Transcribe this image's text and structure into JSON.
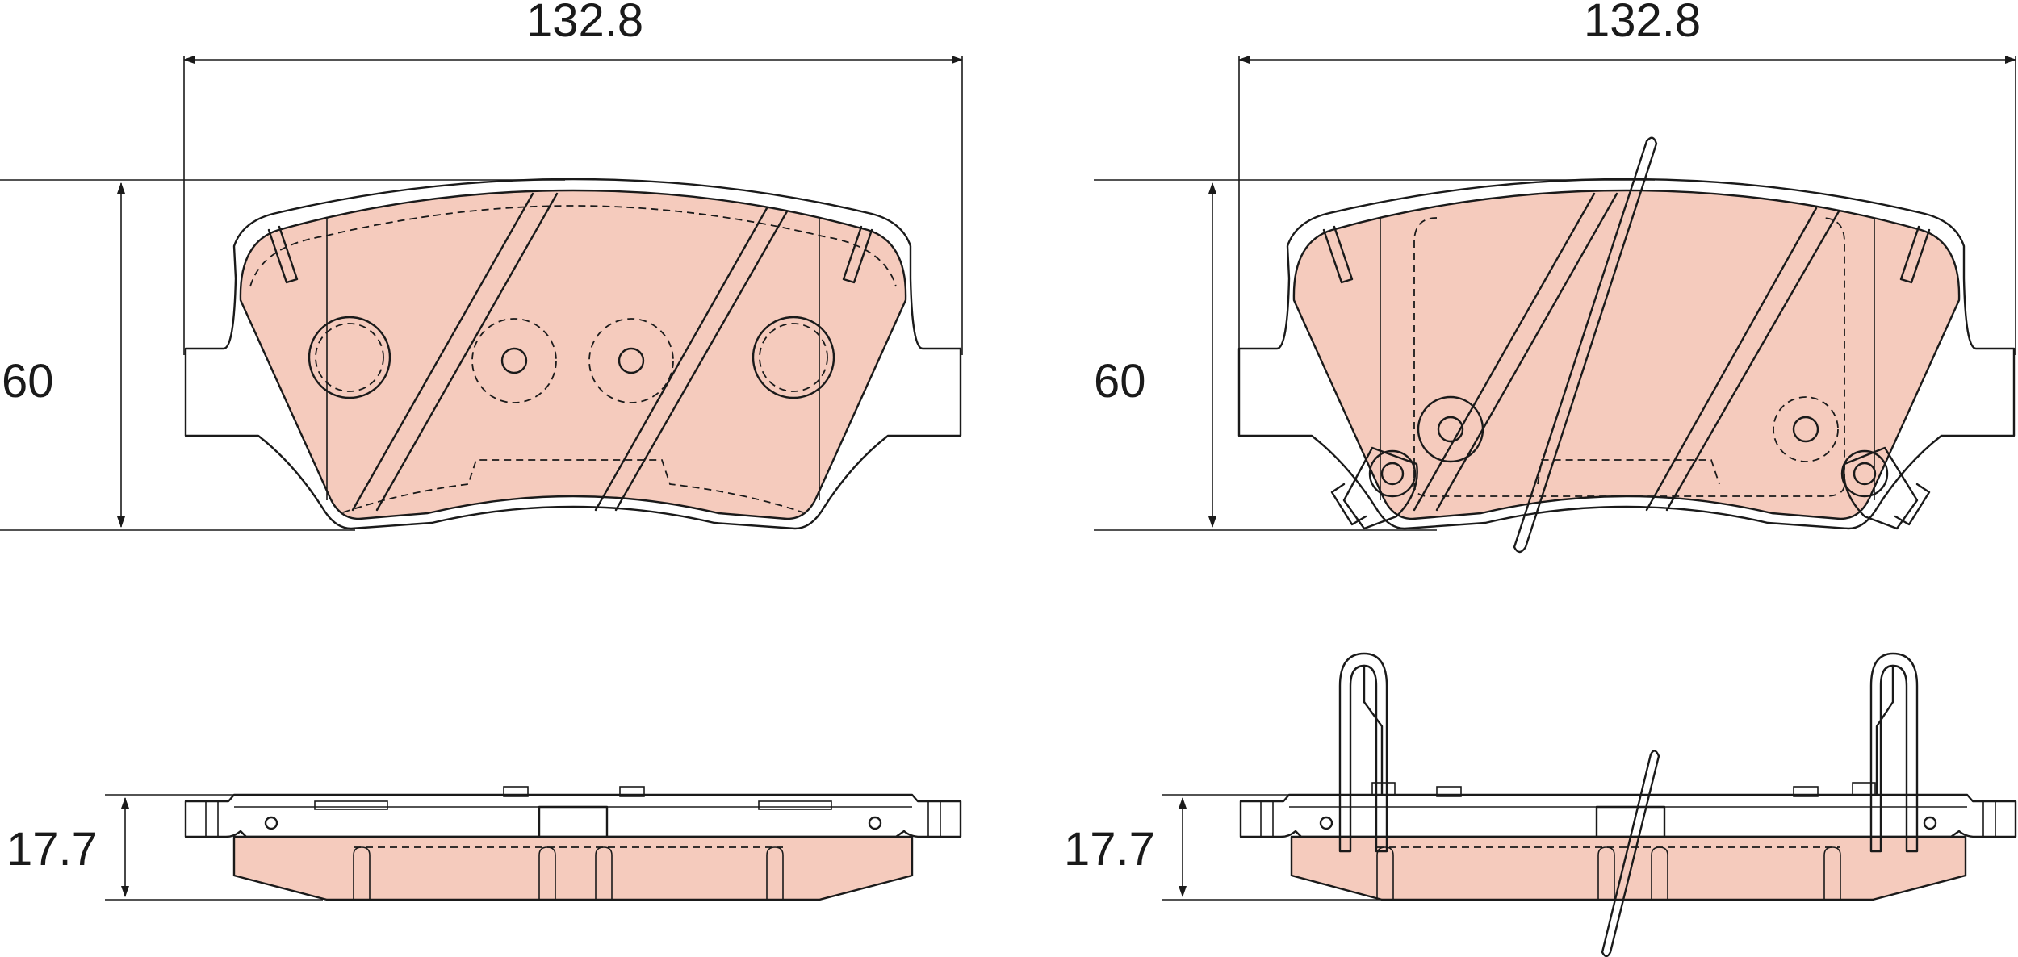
{
  "colors": {
    "friction": "#f5cbbd",
    "line": "#1a1a1a",
    "background": "#ffffff"
  },
  "views": {
    "front_left": {
      "width_label": "132.8",
      "height_label": "60"
    },
    "front_right": {
      "width_label": "132.8",
      "height_label": "60"
    },
    "side_left": {
      "thickness_label": "17.7"
    },
    "side_right": {
      "thickness_label": "17.7"
    }
  }
}
